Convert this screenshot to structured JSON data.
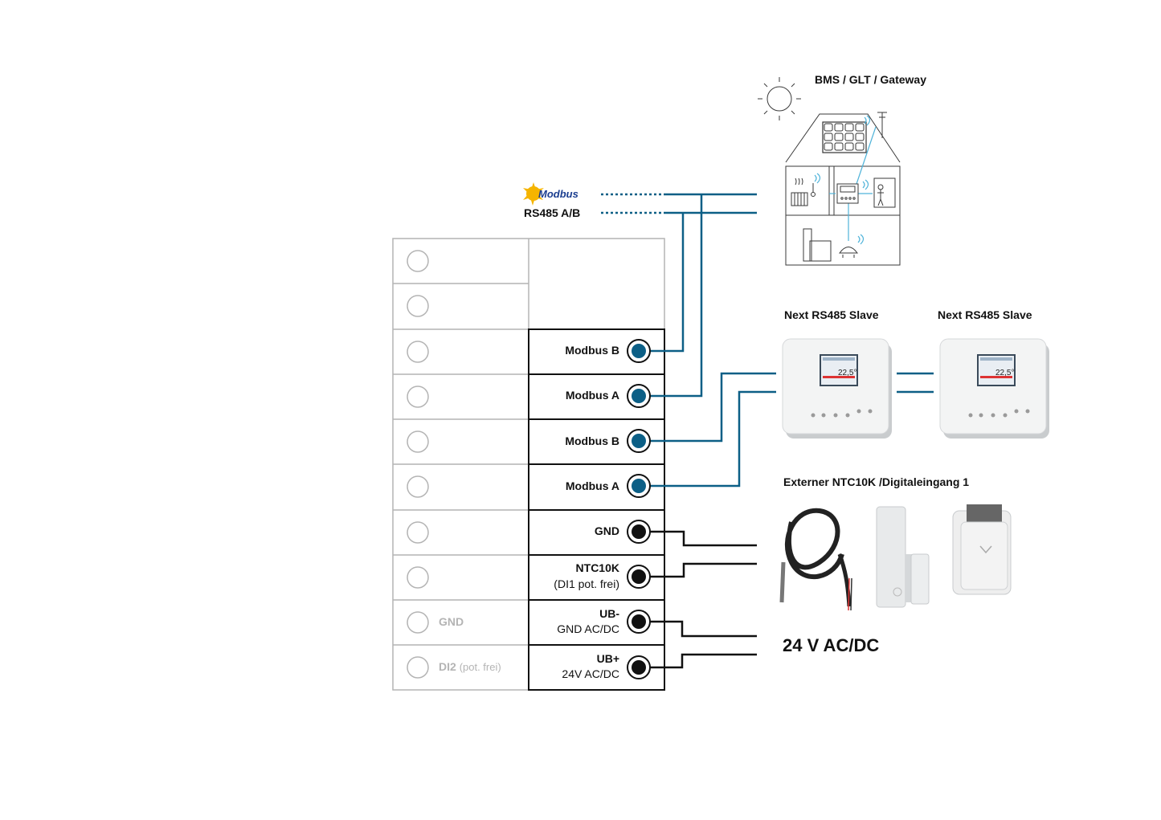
{
  "header": {
    "bms_title": "BMS / GLT / Gateway",
    "modbus_logo_text": "Modbus",
    "rs485_label": "RS485 A/B"
  },
  "terminals": {
    "right": [
      {
        "line1": "Modbus B",
        "line2": "",
        "dot_color": "#0c5f86"
      },
      {
        "line1": "Modbus A",
        "line2": "",
        "dot_color": "#0c5f86"
      },
      {
        "line1": "Modbus B",
        "line2": "",
        "dot_color": "#0c5f86"
      },
      {
        "line1": "Modbus A",
        "line2": "",
        "dot_color": "#0c5f86"
      },
      {
        "line1": "GND",
        "line2": "",
        "dot_color": "#111111"
      },
      {
        "line1": "NTC10K",
        "line2": "(DI1 pot. frei)",
        "dot_color": "#111111"
      },
      {
        "line1": "UB-",
        "line2": "GND AC/DC",
        "dot_color": "#111111"
      },
      {
        "line1": "UB+",
        "line2": "24V AC/DC",
        "dot_color": "#111111"
      }
    ],
    "left_gnd": "GND",
    "left_di2": "DI2",
    "left_di2_suffix": "(pot. frei)"
  },
  "slaves": {
    "slave1_label": "Next RS485 Slave",
    "slave2_label": "Next RS485 Slave",
    "display_temp": "22,5°"
  },
  "sensors": {
    "title": "Externer NTC10K /Digitaleingang 1"
  },
  "power": {
    "label": "24 V AC/DC"
  },
  "colors": {
    "modbus_blue": "#0c5f86",
    "wire_black": "#111111",
    "frame_gray": "#b4b4b4",
    "building_blue": "#4fb3d9",
    "modbus_logo_yellow": "#f5b400",
    "modbus_logo_blue": "#1a3d8f"
  },
  "icons": [
    "sun-icon",
    "solar-panel-icon",
    "antenna-icon",
    "radiator-icon",
    "thermometer-icon",
    "wifi-icon",
    "room-controller-icon",
    "person-door-icon",
    "boiler-icon",
    "sensor-icon",
    "modbus-logo-icon"
  ]
}
